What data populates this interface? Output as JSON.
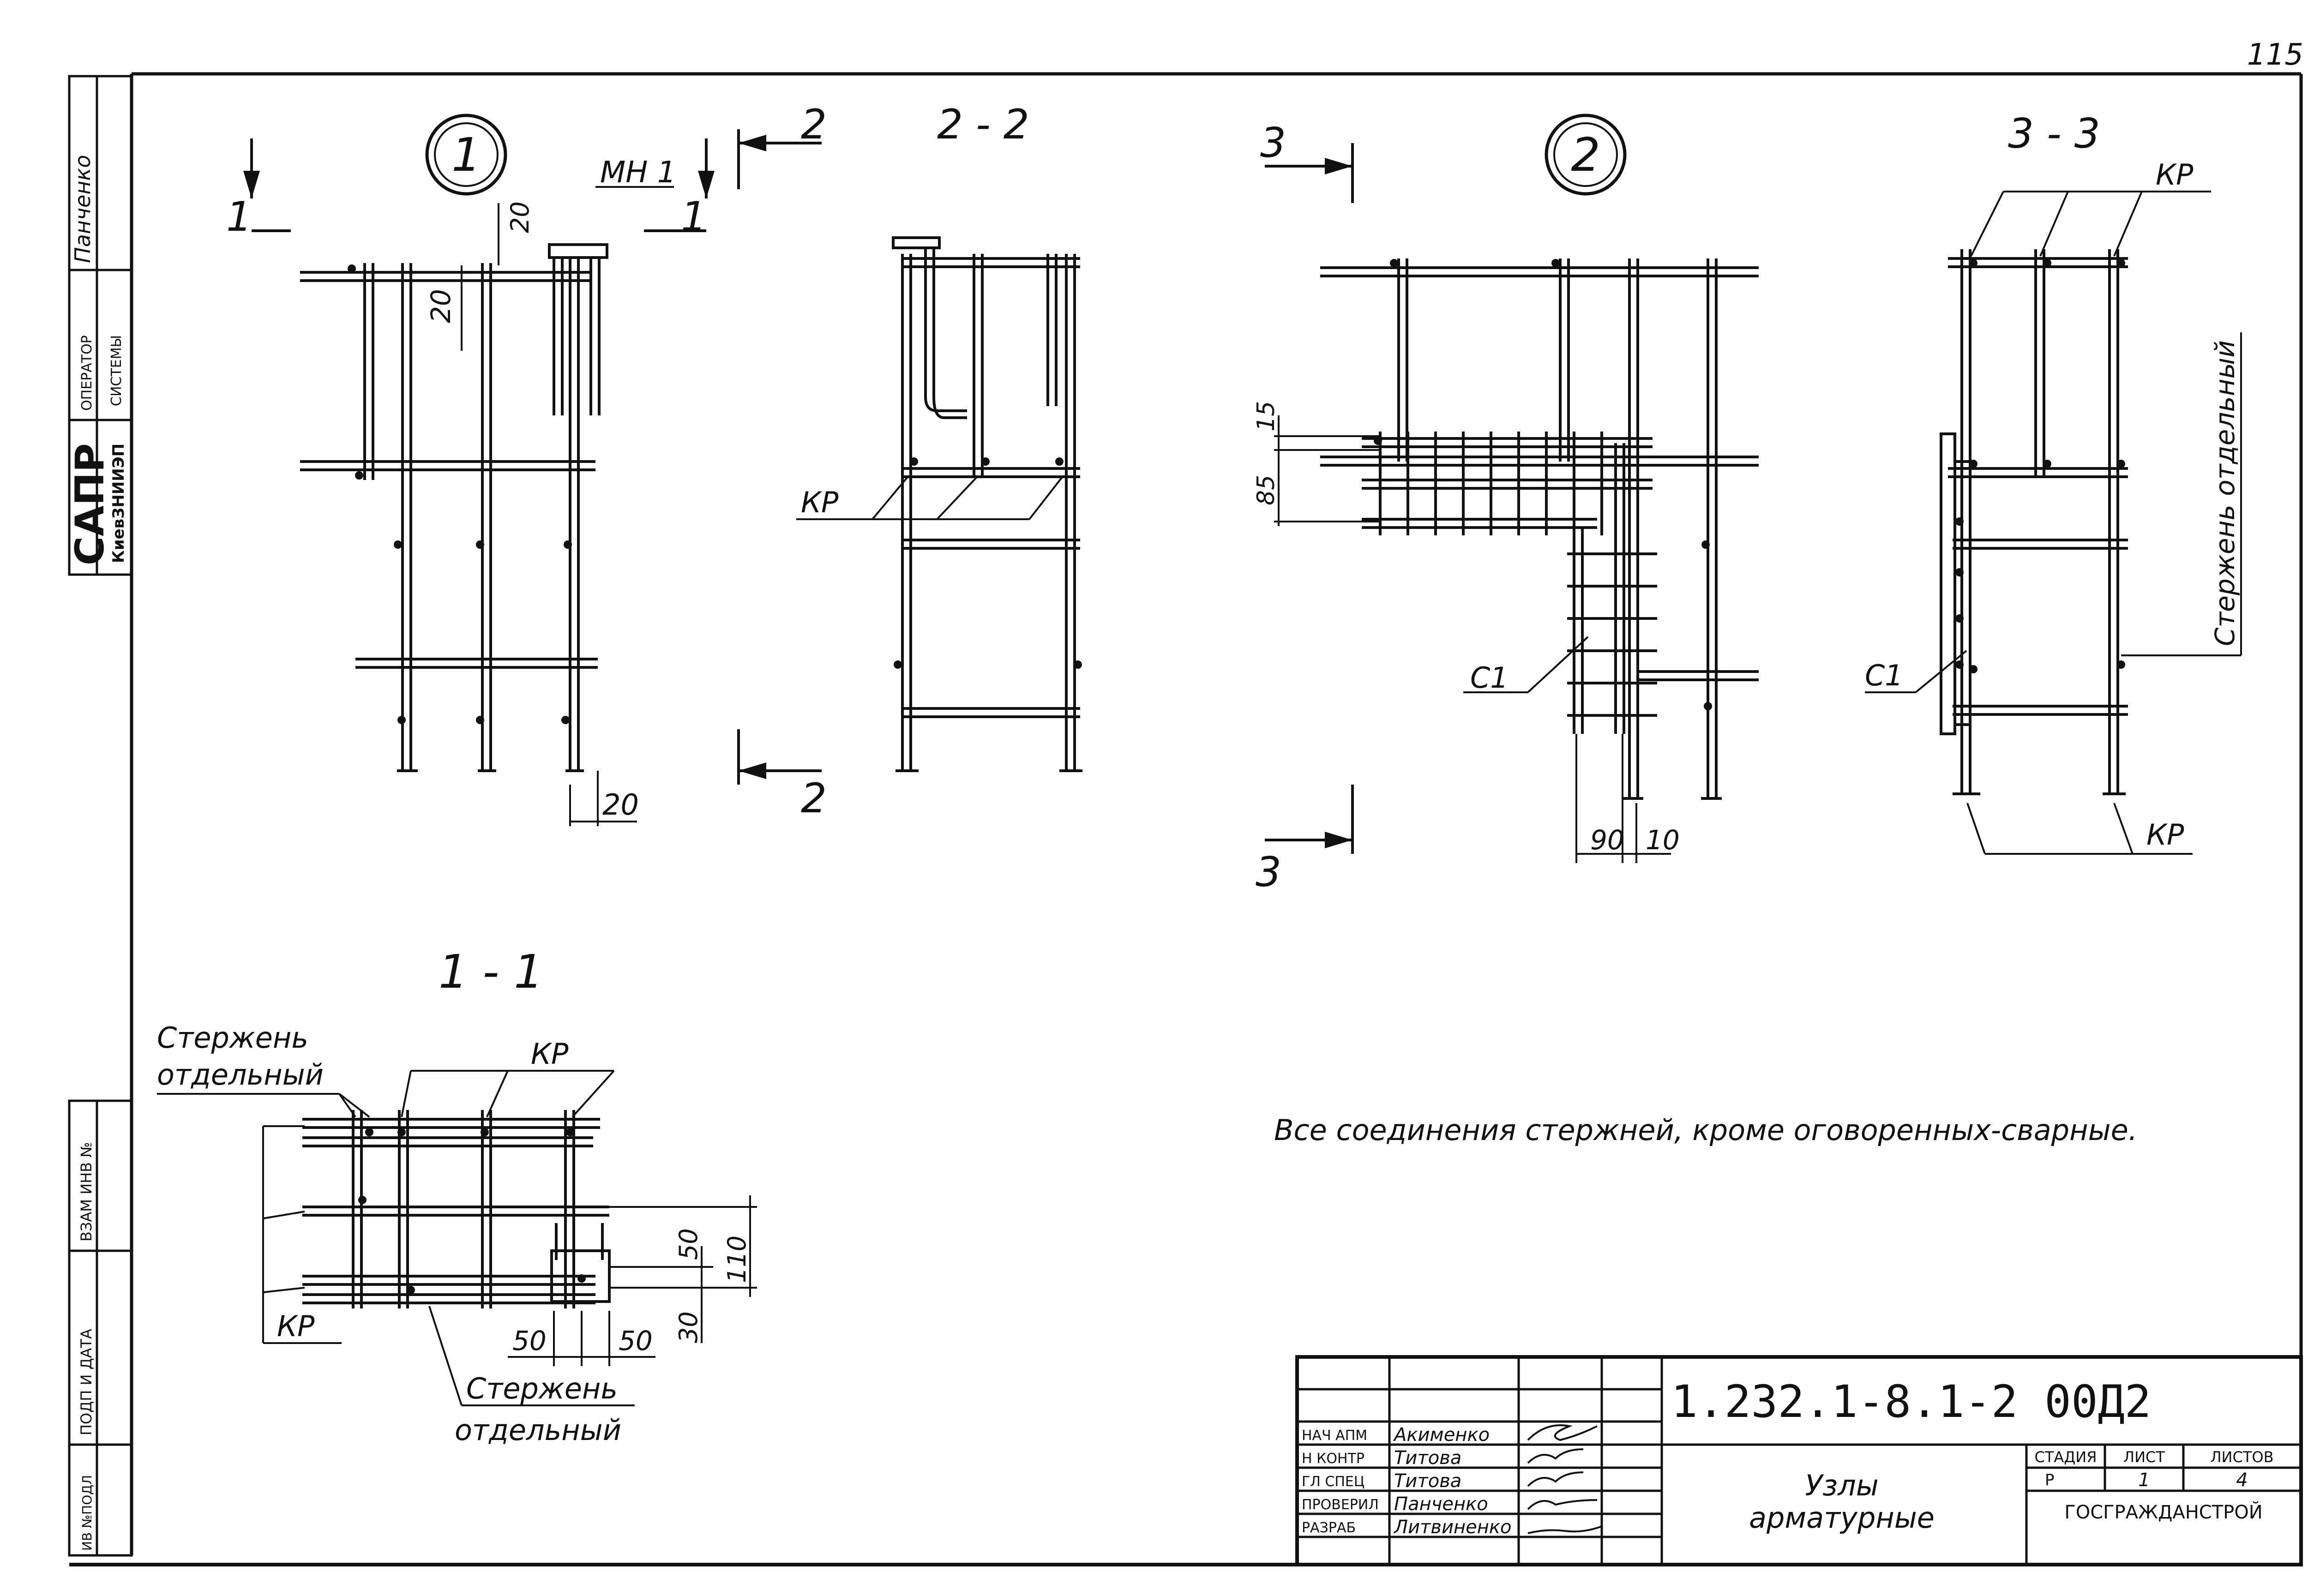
{
  "page_number": "115",
  "sidebar": {
    "stamp_signature": "Панченко",
    "operator_label": "ОПЕРАТОР",
    "system_label": "СИСТЕМЫ",
    "sapr_label": "САПР",
    "org_label": "КиевЗНИИЭП",
    "vzam_inv_label": "ВЗАМ ИНВ №",
    "podp_data_label": "ПОДП И ДАТА",
    "inv_podl_label": "ИВ №ПОДЛ"
  },
  "node1": {
    "circle_label": "1",
    "section_marks": {
      "left": "1",
      "right": "1",
      "top": "2",
      "bottom": "2"
    },
    "mn_label": "МН 1",
    "dim_top": "20",
    "dim_side": "20",
    "dim_bottom": "20"
  },
  "section_2_2": {
    "title": "2 - 2",
    "kr_label": "КР"
  },
  "section_1_1": {
    "title": "1 - 1",
    "sterzhen_top_1": "Стержень",
    "sterzhen_top_2": "отдельный",
    "kr_top": "КР",
    "kr_left": "КР",
    "sterzhen_bottom_1": "Стержень",
    "sterzhen_bottom_2": "отдельный",
    "dim_50_right": "50",
    "dim_110": "110",
    "dim_30": "30",
    "dim_50_left": "50",
    "dim_50_bottom_right": "50"
  },
  "node2": {
    "circle_label": "2",
    "section_mark_top": "3",
    "section_mark_bottom": "3",
    "dim_15": "15",
    "dim_85": "85",
    "c1_label": "С1",
    "dim_90": "90",
    "dim_10": "10"
  },
  "section_3_3": {
    "title": "3 - 3",
    "kr_top": "КР",
    "kr_bottom": "КР",
    "c1_label": "С1",
    "sterzhen_vertical": "Стержень отдельный"
  },
  "note": "Все соединения стержней, кроме оговоренных-сварные.",
  "title_block": {
    "doc_code": "1.232.1-8.1-2 00Д2",
    "title_line_1": "Узлы",
    "title_line_2": "арматурные",
    "rows": [
      {
        "role": "НАЧ АПМ",
        "name": "Акименко"
      },
      {
        "role": "Н КОНТР",
        "name": "Титова"
      },
      {
        "role": "ГЛ СПЕЦ",
        "name": "Титова"
      },
      {
        "role": "ПРОВЕРИЛ",
        "name": "Панченко"
      },
      {
        "role": "РАЗРАБ",
        "name": "Литвиненко"
      }
    ],
    "stage_header": "СТАДИЯ",
    "sheet_header": "ЛИСТ",
    "sheets_header": "ЛИСТОВ",
    "stage_value": "Р",
    "sheet_value": "1",
    "sheets_value": "4",
    "organization": "ГОСГРАЖДАНСТРОЙ"
  }
}
